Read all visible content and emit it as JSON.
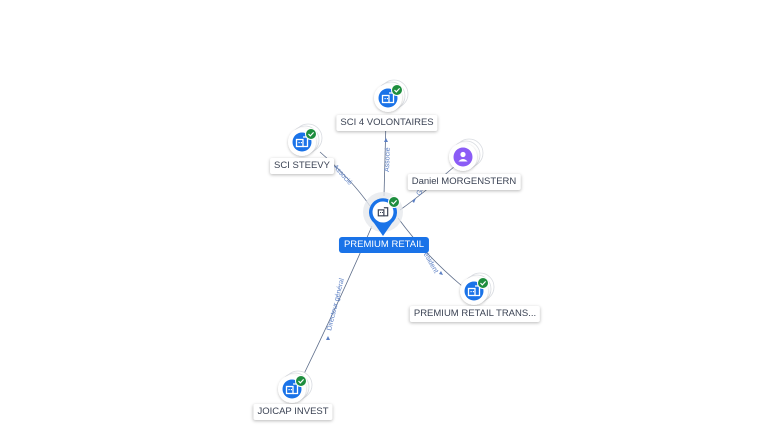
{
  "colors": {
    "primary": "#1a73e8",
    "verified": "#1e8e3e",
    "person": "#8b5cf6",
    "edge": "#5d6d8a",
    "edge_label": "#5b7fc4"
  },
  "nodes": {
    "center": {
      "label": "PREMIUM RETAIL",
      "icon": "building-icon",
      "verified": true
    },
    "sci4": {
      "label": "SCI 4 VOLONTAIRES",
      "icon": "building-icon",
      "verified": true
    },
    "steevy": {
      "label": "SCI STEEVY",
      "icon": "building-icon",
      "verified": true
    },
    "daniel": {
      "label": "Daniel MORGENSTERN",
      "icon": "person-icon",
      "verified": false
    },
    "transport": {
      "label": "PREMIUM RETAIL TRANS...",
      "icon": "building-icon",
      "verified": true
    },
    "joicap": {
      "label": "JOICAP INVEST",
      "icon": "building-icon",
      "verified": true
    }
  },
  "edges": {
    "sci4": "Associé",
    "steevy": "Associé",
    "daniel": "Gé...",
    "transport": "Président",
    "joicap": "Directeur général"
  }
}
